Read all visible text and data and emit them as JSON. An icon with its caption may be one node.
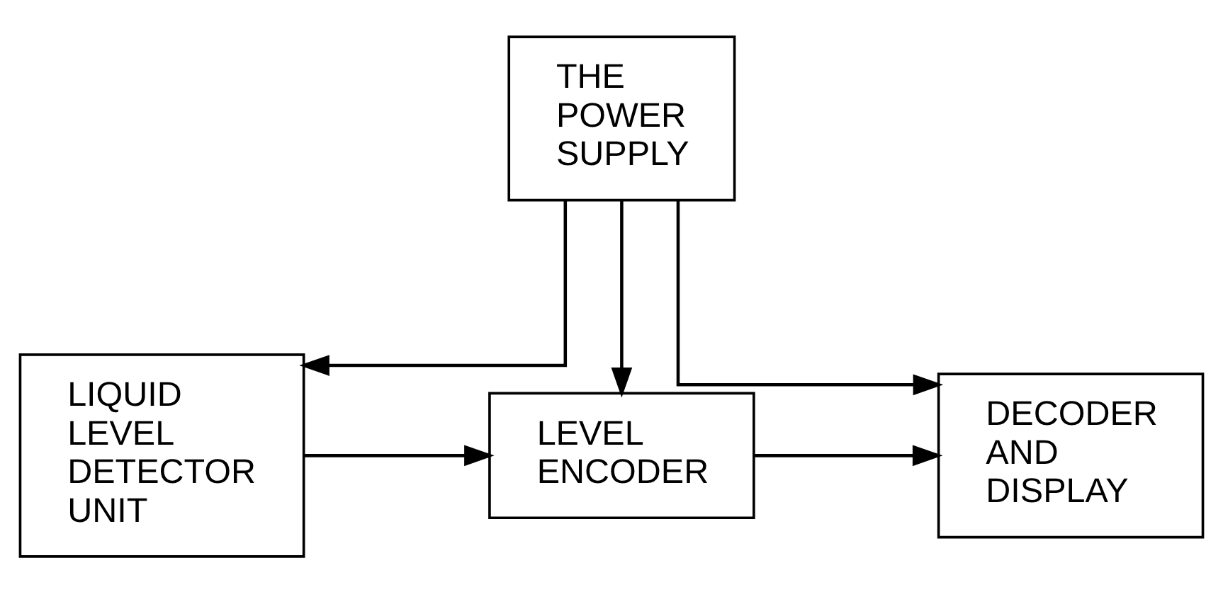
{
  "diagram": {
    "nodes": [
      {
        "text": [
          "THE POWER SUPPLY"
        ]
      },
      {
        "text": [
          "LIQUID LEVEL DETECTOR UNIT"
        ]
      },
      {
        "text": [
          "LEVEL ENCODER"
        ]
      },
      {
        "text": [
          "DECODER AND DISPLAY"
        ]
      }
    ],
    "edges": [
      {
        "from": 0,
        "to": 1,
        "arrow": "to"
      },
      {
        "from": 0,
        "to": 2,
        "arrow": "to"
      },
      {
        "from": 0,
        "to": 3,
        "arrow": "to"
      },
      {
        "from": 1,
        "to": 2,
        "arrow": "to"
      },
      {
        "from": 2,
        "to": 3,
        "arrow": "to"
      }
    ]
  }
}
